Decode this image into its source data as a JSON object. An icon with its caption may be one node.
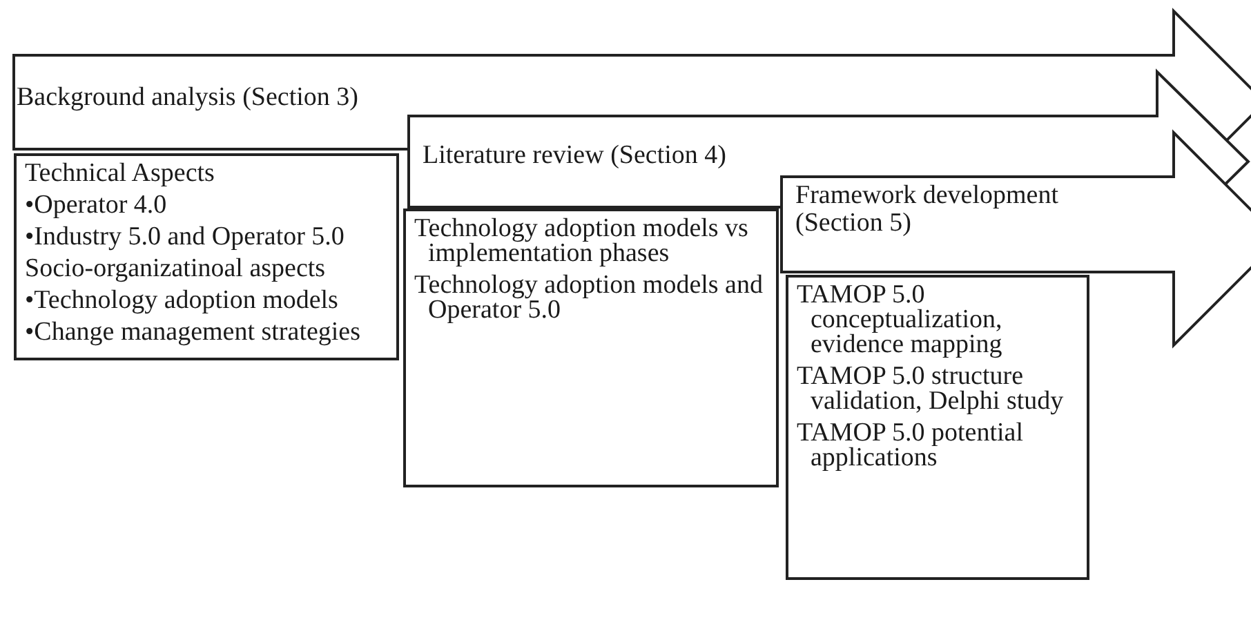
{
  "diagram": {
    "nodes": [
      {
        "text": [
          "Background analysis (Section 3)"
        ]
      },
      {
        "text": [
          "Technical Aspects",
          "•Operator 4.0",
          "•Industry 5.0 and Operator 5.0",
          "Socio-organizatinoal aspects",
          "•Technology adoption models",
          "•Change management strategies"
        ]
      },
      {
        "text": [
          "Literature review (Section 4)"
        ]
      },
      {
        "text": [
          "Technology adoption models vs implementation phases",
          "Technology adoption models and Operator 5.0"
        ]
      },
      {
        "text": [
          "Framework development (Section 5)"
        ]
      },
      {
        "text": [
          "TAMOP 5.0 conceptualization, evidence mapping",
          "TAMOP 5.0 structure validation, Delphi study",
          "TAMOP 5.0 potential applications"
        ]
      }
    ]
  }
}
